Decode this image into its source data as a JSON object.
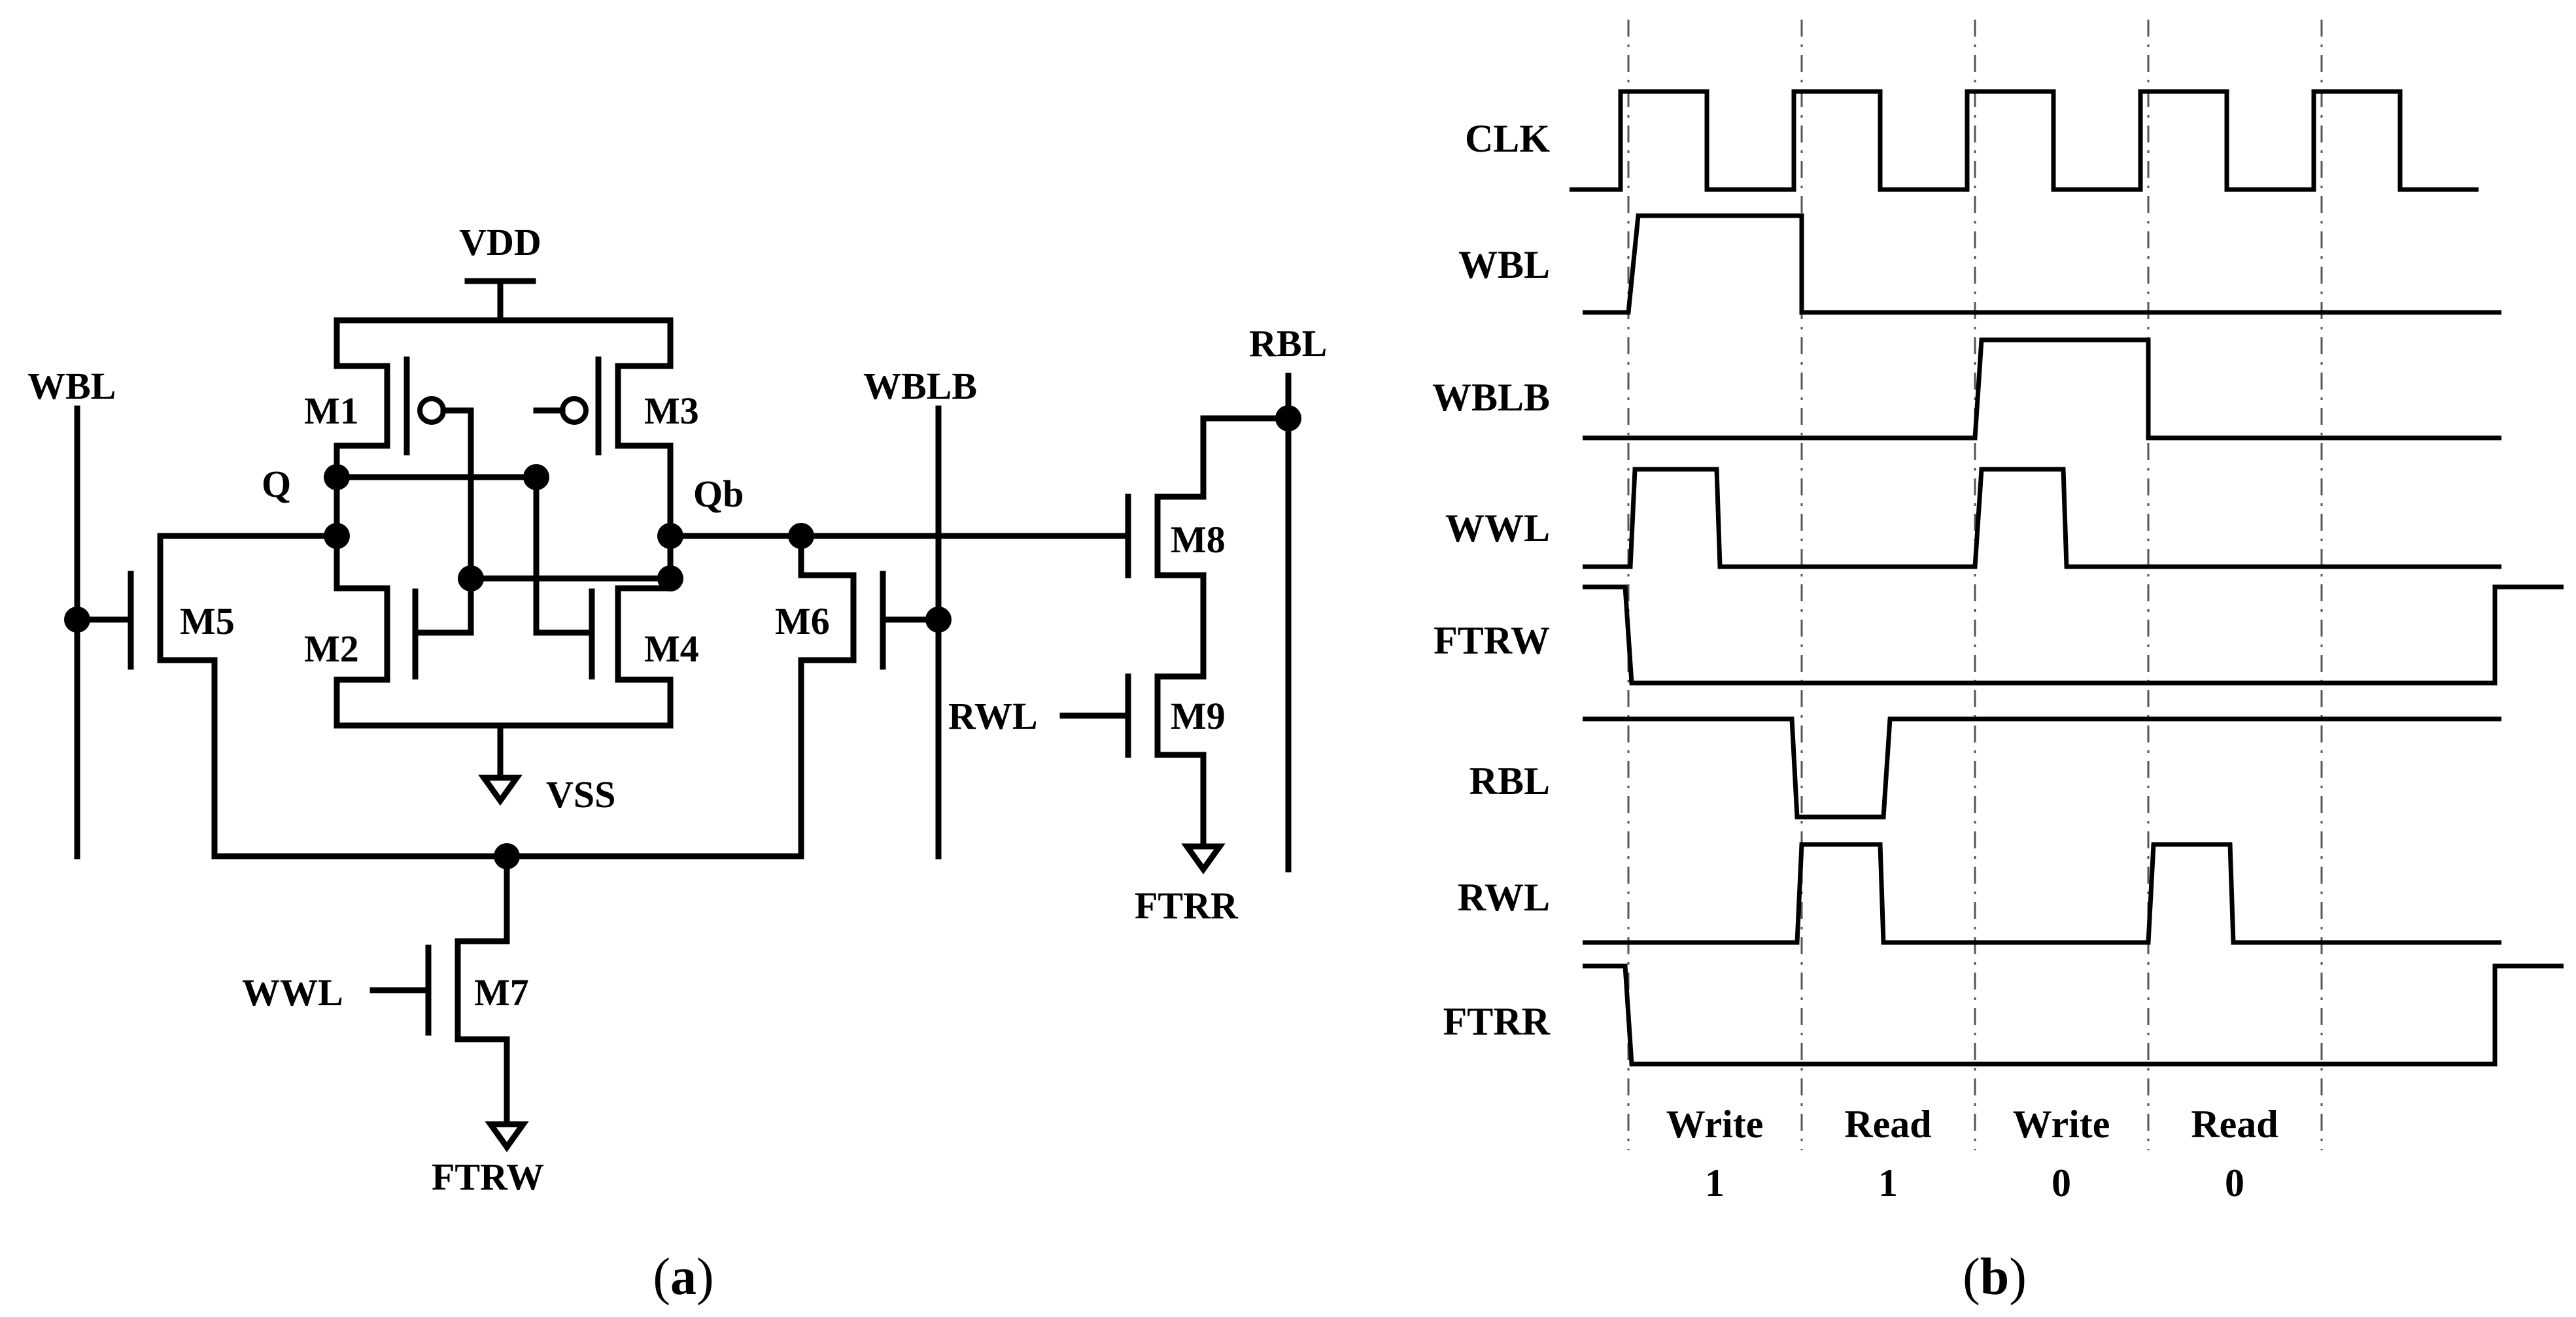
{
  "circuit": {
    "nets": {
      "vdd": "VDD",
      "vss": "VSS",
      "wbl": "WBL",
      "wblb": "WBLB",
      "rbl": "RBL",
      "q": "Q",
      "qb": "Qb",
      "wwl": "WWL",
      "rwl": "RWL",
      "ftrw": "FTRW",
      "ftrr": "FTRR"
    },
    "transistors": {
      "m1": "M1",
      "m2": "M2",
      "m3": "M3",
      "m4": "M4",
      "m5": "M5",
      "m6": "M6",
      "m7": "M7",
      "m8": "M8",
      "m9": "M9"
    },
    "caption_open": "(",
    "caption_letter": "a",
    "caption_close": ")"
  },
  "timing": {
    "signals": [
      "CLK",
      "WBL",
      "WBLB",
      "WWL",
      "FTRW",
      "RBL",
      "RWL",
      "FTRR"
    ],
    "operations": [
      {
        "line1": "Write",
        "line2": "1"
      },
      {
        "line1": "Read",
        "line2": "1"
      },
      {
        "line1": "Write",
        "line2": "0"
      },
      {
        "line1": "Read",
        "line2": "0"
      }
    ],
    "caption_open": "(",
    "caption_letter": "b",
    "caption_close": ")"
  }
}
